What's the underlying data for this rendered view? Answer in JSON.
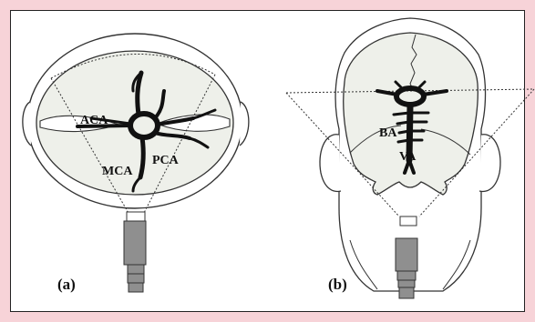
{
  "colors": {
    "background": "#f7d3d8",
    "panel": "#ffffff",
    "brain_fill": "#eef0ea",
    "vessel": "#111111",
    "probe": "#8f8f8f"
  },
  "panel_a": {
    "caption": "(a)",
    "labels": {
      "aca": "ACA",
      "mca": "MCA",
      "pca": "PCA"
    }
  },
  "panel_b": {
    "caption": "(b)",
    "labels": {
      "ba": "BA",
      "va": "VA"
    }
  }
}
